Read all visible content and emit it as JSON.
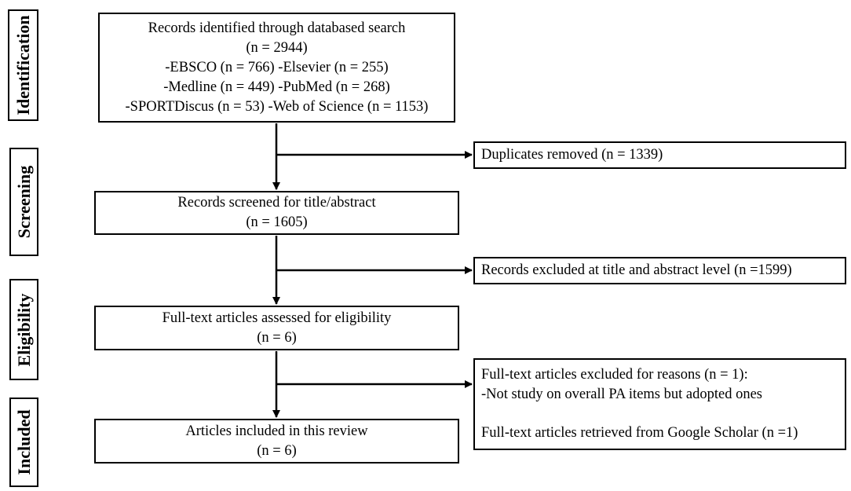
{
  "stages": {
    "identification": "Identification",
    "screening": "Screening",
    "eligibility": "Eligibility",
    "included": "Included"
  },
  "boxes": {
    "identified": {
      "lines": [
        "Records identified through databased search",
        "(n = 2944)",
        "-EBSCO (n = 766) -Elsevier (n = 255)",
        "-Medline (n = 449) -PubMed (n = 268)",
        "-SPORTDiscus (n = 53) -Web of Science (n = 1153)"
      ]
    },
    "duplicates": {
      "text": "Duplicates removed (n = 1339)"
    },
    "screened": {
      "lines": [
        "Records screened for title/abstract",
        "(n = 1605)"
      ]
    },
    "excluded_title": {
      "text": "Records excluded at title and abstract level (n =1599)"
    },
    "fulltext_assessed": {
      "lines": [
        "Full-text articles assessed for eligibility",
        "(n = 6)"
      ]
    },
    "fulltext_excluded": {
      "lines": [
        "Full-text articles excluded for reasons (n = 1):",
        "-Not study on overall PA items but adopted ones",
        "Full-text articles retrieved from Google Scholar (n =1)"
      ]
    },
    "included": {
      "lines": [
        "Articles included in this review",
        "(n = 6)"
      ]
    }
  }
}
